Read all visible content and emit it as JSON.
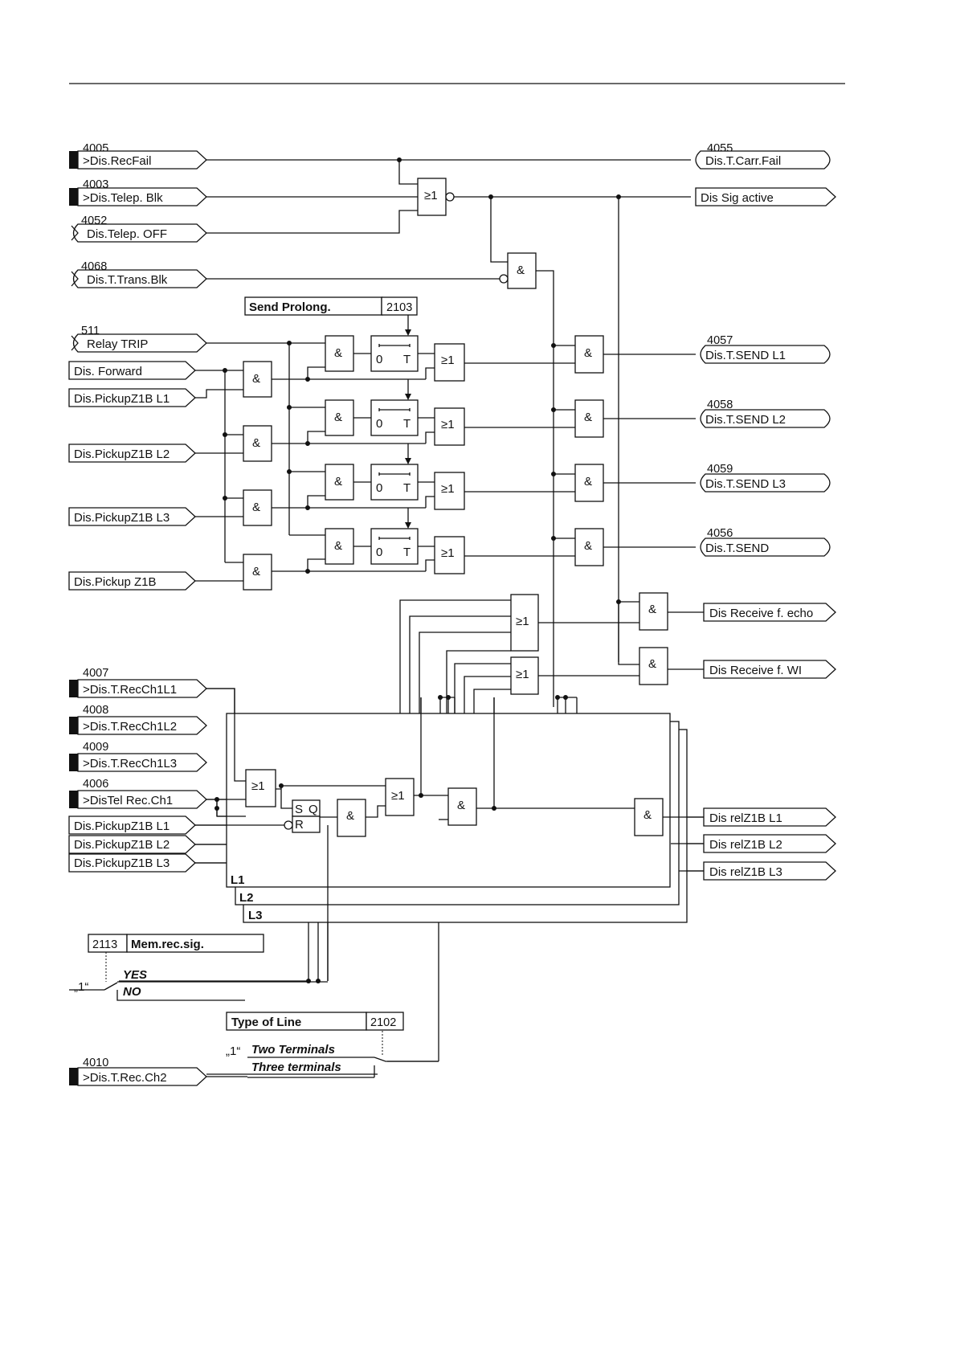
{
  "inputs": {
    "i4005": {
      "num": "4005",
      "label": ">Dis.RecFail"
    },
    "i4003": {
      "num": "4003",
      "label": ">Dis.Telep. Blk"
    },
    "i4052": {
      "num": "4052",
      "label": "Dis.Telep. OFF"
    },
    "i4068": {
      "num": "4068",
      "label": "Dis.T.Trans.Blk"
    },
    "i511": {
      "num": "511",
      "label": "Relay TRIP"
    },
    "forward": {
      "label": "Dis. Forward"
    },
    "pl1": {
      "label": "Dis.PickupZ1B L1"
    },
    "pl2": {
      "label": "Dis.PickupZ1B L2"
    },
    "pl3": {
      "label": "Dis.PickupZ1B L3"
    },
    "pz1b": {
      "label": "Dis.Pickup Z1B"
    },
    "i4007": {
      "num": "4007",
      "label": ">Dis.T.RecCh1L1"
    },
    "i4008": {
      "num": "4008",
      "label": ">Dis.T.RecCh1L2"
    },
    "i4009": {
      "num": "4009",
      "label": ">Dis.T.RecCh1L3"
    },
    "i4006": {
      "num": "4006",
      "label": ">DisTel Rec.Ch1"
    },
    "ipl1b": {
      "label": "Dis.PickupZ1B L1"
    },
    "ipl2b": {
      "label": "Dis.PickupZ1B L2"
    },
    "ipl3b": {
      "label": "Dis.PickupZ1B L3"
    },
    "i4010": {
      "num": "4010",
      "label": ">Dis.T.Rec.Ch2"
    }
  },
  "outputs": {
    "o4055": {
      "num": "4055",
      "label": "Dis.T.Carr.Fail"
    },
    "sigact": {
      "label": "Dis Sig active"
    },
    "o4057": {
      "num": "4057",
      "label": "Dis.T.SEND L1"
    },
    "o4058": {
      "num": "4058",
      "label": "Dis.T.SEND L2"
    },
    "o4059": {
      "num": "4059",
      "label": "Dis.T.SEND L3"
    },
    "o4056": {
      "num": "4056",
      "label": "Dis.T.SEND"
    },
    "echo": {
      "label": "Dis Receive f. echo"
    },
    "wi": {
      "label": "Dis Receive f. WI"
    },
    "rel1": {
      "label": "Dis relZ1B L1"
    },
    "rel2": {
      "label": "Dis relZ1B L2"
    },
    "rel3": {
      "label": "Dis relZ1B L3"
    }
  },
  "params": {
    "prolong": {
      "label": "Send Prolong.",
      "num": "2103"
    },
    "memrec": {
      "label": "Mem.rec.sig.",
      "num": "2113",
      "opt1": "YES",
      "opt2": "NO",
      "default": "„1“"
    },
    "typeline": {
      "label": "Type of Line",
      "num": "2102",
      "opt1": "Two Terminals",
      "opt2": "Three terminals",
      "default": "„1“"
    }
  },
  "gates": {
    "and": "&",
    "or": "≥1",
    "zero": "0",
    "t": "T",
    "s": "S",
    "q": "Q",
    "r": "R"
  },
  "phases": {
    "l1": "L1",
    "l2": "L2",
    "l3": "L3"
  }
}
